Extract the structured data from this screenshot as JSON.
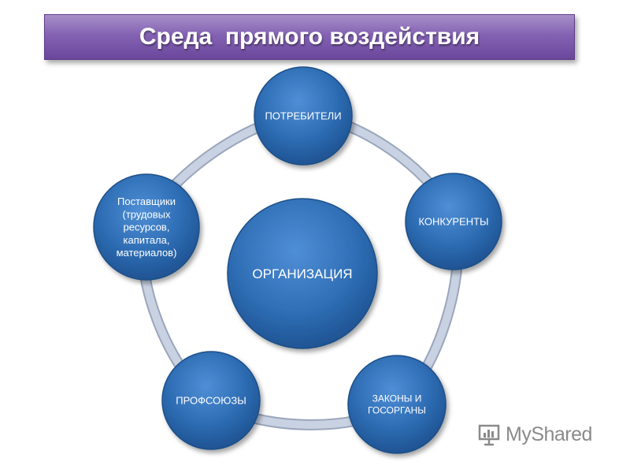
{
  "title": "Среда  прямого воздействия",
  "center": {
    "label": "ОРГАНИЗАЦИЯ"
  },
  "nodes": [
    {
      "id": "consumers",
      "lines": [
        "ПОТРЕБИТЕЛИ"
      ]
    },
    {
      "id": "competitors",
      "lines": [
        "КОНКУРЕНТЫ"
      ]
    },
    {
      "id": "laws",
      "lines": [
        "ЗАКОНЫ И",
        "ГОСОРГАНЫ"
      ]
    },
    {
      "id": "unions",
      "lines": [
        "ПРОФСОЮЗЫ"
      ]
    },
    {
      "id": "suppliers",
      "lines": [
        "Поставщики",
        "(трудовых",
        "ресурсов,",
        "капитала,",
        "материалов)"
      ]
    }
  ],
  "colors": {
    "banner": "#8462b3",
    "node_fill": "#2e6db4",
    "node_stroke": "#1f4f86",
    "ring": "#c9d2e3"
  },
  "watermark": {
    "text": "MyShared",
    "icon": "presentation-icon"
  }
}
